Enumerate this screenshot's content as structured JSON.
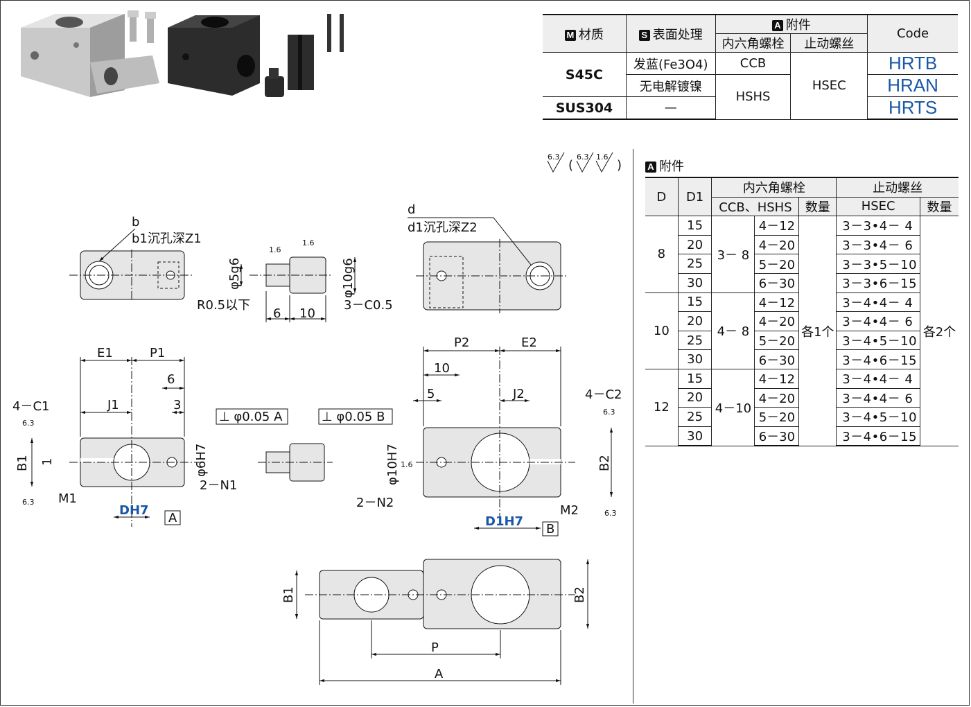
{
  "material_table": {
    "col_material": "材质",
    "col_surface": "表面处理",
    "col_accessory": "附件",
    "col_code": "Code",
    "badge_m": "M",
    "badge_s": "S",
    "badge_a": "A",
    "sub_hex_bolt": "内六角螺栓",
    "sub_set_screw": "止动螺丝",
    "rows": [
      {
        "material": "S45C",
        "surface": "发蓝(Fe3O4)",
        "bolt": "CCB",
        "screw": "HSEC",
        "code": "HRTB"
      },
      {
        "surface": "无电解镀镍",
        "bolt": "HSHS",
        "code": "HRAN"
      },
      {
        "material": "SUS304",
        "surface": "—",
        "code": "HRTS"
      }
    ]
  },
  "accessory": {
    "title": "附件",
    "badge": "A",
    "headers": {
      "d": "D",
      "d1": "D1",
      "hex_bolt": "内六角螺栓",
      "set_screw": "止动螺丝",
      "bolt_type": "CCB、HSHS",
      "qty": "数量",
      "hsec": "HSEC",
      "qty2": "数量"
    },
    "qty_bolt": "各1个",
    "qty_screw": "各2个",
    "groups": [
      {
        "d": "8",
        "size": "3－ 8",
        "rows": [
          {
            "d1": "15",
            "bolt": "4－12",
            "hsec": "3－3•4－ 4"
          },
          {
            "d1": "20",
            "bolt": "4－20",
            "hsec": "3－3•4－ 6"
          },
          {
            "d1": "25",
            "bolt": "5－20",
            "hsec": "3－3•5－10"
          },
          {
            "d1": "30",
            "bolt": "6－30",
            "hsec": "3－3•6－15"
          }
        ]
      },
      {
        "d": "10",
        "size": "4－ 8",
        "rows": [
          {
            "d1": "15",
            "bolt": "4－12",
            "hsec": "3－4•4－ 4"
          },
          {
            "d1": "20",
            "bolt": "4－20",
            "hsec": "3－4•4－ 6"
          },
          {
            "d1": "25",
            "bolt": "5－20",
            "hsec": "3－4•5－10"
          },
          {
            "d1": "30",
            "bolt": "6－30",
            "hsec": "3－4•6－15"
          }
        ]
      },
      {
        "d": "12",
        "size": "4－10",
        "rows": [
          {
            "d1": "15",
            "bolt": "4－12",
            "hsec": "3－4•4－ 4"
          },
          {
            "d1": "20",
            "bolt": "4－20",
            "hsec": "3－4•4－ 6"
          },
          {
            "d1": "25",
            "bolt": "5－20",
            "hsec": "3－4•5－10"
          },
          {
            "d1": "30",
            "bolt": "6－30",
            "hsec": "3－4•6－15"
          }
        ]
      }
    ]
  },
  "drawing": {
    "roughness_a": "6.3",
    "roughness_b": "6.3",
    "roughness_c": "1.6",
    "roughness_1_6": "1.6",
    "roughness_6_3": "6.3",
    "label_b": "b",
    "label_b1": "b1沉孔深Z1",
    "label_d": "d",
    "label_d1": "d1沉孔深Z2",
    "label_phi5": "φ5g6",
    "label_phi10": "φ10g6",
    "label_r": "R0.5以下",
    "label_6": "6",
    "label_10": "10",
    "label_c05": "3－C0.5",
    "label_e1": "E1",
    "label_p1": "P1",
    "label_j1": "J1",
    "label_3": "3",
    "label_4c1": "4－C1",
    "label_b1dim": "B1",
    "label_1": "1",
    "label_m1": "M1",
    "label_dh7": "DH7",
    "label_a": "A",
    "label_2n1": "2－N1",
    "label_phi6": "φ6H7",
    "tol_a": "⊥ φ0.05 A",
    "tol_b": "⊥ φ0.05 B",
    "label_p2": "P2",
    "label_e2": "E2",
    "label_5": "5",
    "label_j2": "J2",
    "label_4c2": "4－C2",
    "label_phi10h7": "φ10H7",
    "label_2n2": "2－N2",
    "label_b2": "B2",
    "label_m2": "M2",
    "label_d1h7": "D1H7",
    "label_bref": "B",
    "label_p": "P",
    "label_abig": "A"
  }
}
